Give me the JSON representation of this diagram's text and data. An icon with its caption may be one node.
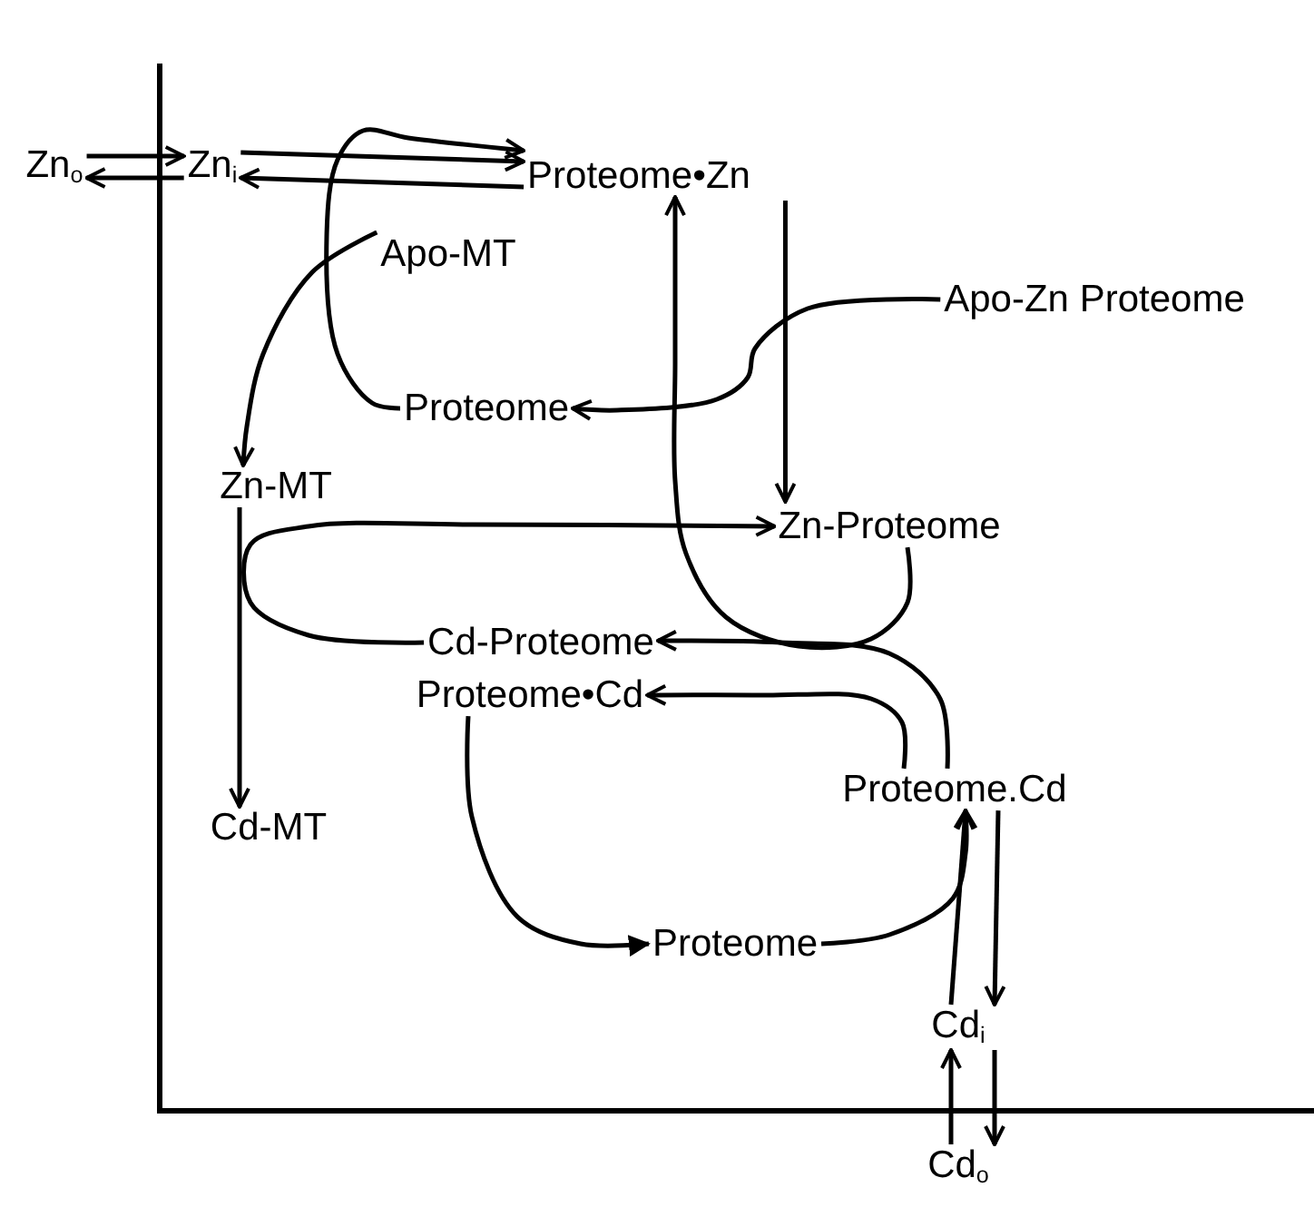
{
  "diagram": {
    "nodes": [
      {
        "text": [
          "Zn$_{o}$"
        ]
      },
      {
        "text": [
          "Zn$_{i}$"
        ]
      },
      {
        "text": [
          "Proteome•Zn"
        ]
      },
      {
        "text": [
          "Apo-MT"
        ]
      },
      {
        "text": [
          "Apo-Zn Proteome"
        ]
      },
      {
        "text": [
          "Proteome"
        ]
      },
      {
        "text": [
          "Zn-MT"
        ]
      },
      {
        "text": [
          "Zn-Proteome"
        ]
      },
      {
        "text": [
          "Cd-Proteome"
        ]
      },
      {
        "text": [
          "Proteome•Cd"
        ]
      },
      {
        "text": [
          "Cd-MT"
        ]
      },
      {
        "text": [
          "Proteome.Cd"
        ]
      },
      {
        "text": [
          "Proteome"
        ]
      },
      {
        "text": [
          "Cd$_{i}$"
        ]
      },
      {
        "text": [
          "Cd$_{o}$"
        ]
      }
    ],
    "edges": [
      {
        "from": 0,
        "to": 1,
        "arrow": "to"
      },
      {
        "from": 1,
        "to": 0,
        "arrow": "to"
      },
      {
        "from": 1,
        "to": 2,
        "arrow": "to"
      },
      {
        "from": 2,
        "to": 1,
        "arrow": "to"
      },
      {
        "from": 5,
        "to": 2,
        "arrow": "to"
      },
      {
        "from": 3,
        "to": 6,
        "arrow": "to"
      },
      {
        "from": 2,
        "to": 7,
        "arrow": "to"
      },
      {
        "from": 4,
        "to": 5,
        "arrow": "to"
      },
      {
        "from": 7,
        "to": 2,
        "arrow": "to"
      },
      {
        "from": 6,
        "to": 10,
        "arrow": "to"
      },
      {
        "from": 8,
        "to": 7,
        "arrow": "to"
      },
      {
        "from": 11,
        "to": 8,
        "arrow": "to"
      },
      {
        "from": 11,
        "to": 9,
        "arrow": "to"
      },
      {
        "from": 9,
        "to": 12,
        "arrow": "to"
      },
      {
        "from": 12,
        "to": 11,
        "arrow": "to"
      },
      {
        "from": 13,
        "to": 11,
        "arrow": "to"
      },
      {
        "from": 11,
        "to": 13,
        "arrow": "to"
      },
      {
        "from": 14,
        "to": 13,
        "arrow": "to"
      },
      {
        "from": 13,
        "to": 14,
        "arrow": "to"
      }
    ]
  }
}
